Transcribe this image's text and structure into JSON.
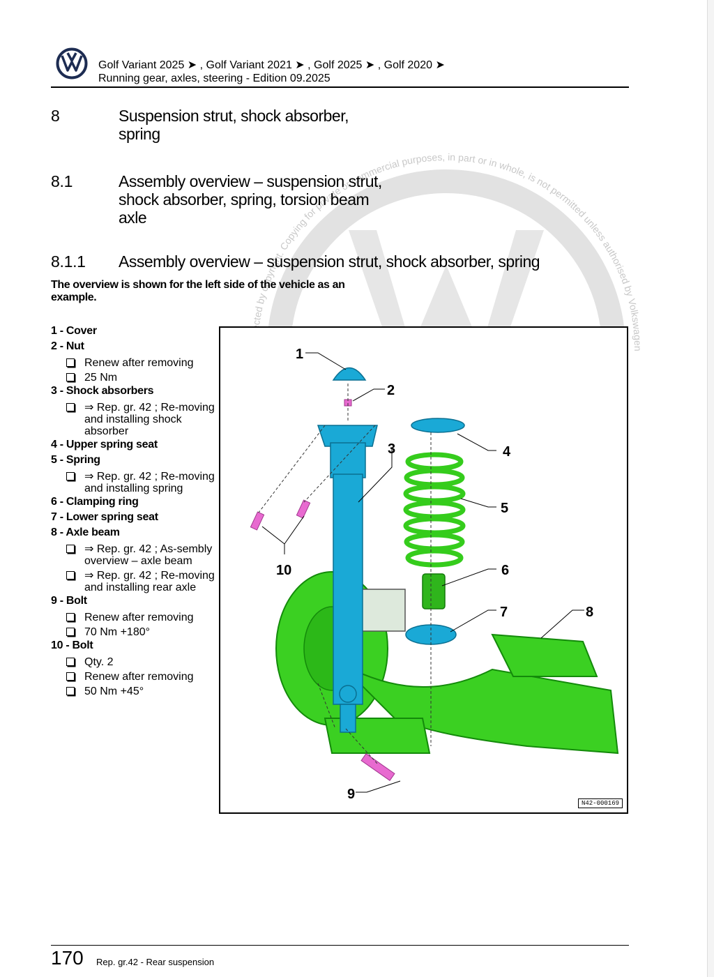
{
  "header": {
    "models": "Golf Variant 2025 ➤ , Golf Variant 2021 ➤ , Golf 2025 ➤ , Golf 2020 ➤",
    "subtitle": "Running gear, axles, steering - Edition 09.2025"
  },
  "brand_logo": "volkswagen-logo",
  "headings": [
    {
      "num": "8",
      "text": "Suspension strut, shock absorber, spring"
    },
    {
      "num": "8.1",
      "text": "Assembly overview – suspension strut, shock absorber, spring, torsion beam axle"
    },
    {
      "num": "8.1.1",
      "text": "Assembly overview – suspension strut, shock absorber, spring"
    }
  ],
  "intro": "The overview is shown for the left side of the vehicle as an example.",
  "items": [
    {
      "title": "1 - Cover",
      "notes": []
    },
    {
      "title": "2 - Nut",
      "notes": [
        "Renew after removing",
        "25 Nm"
      ]
    },
    {
      "title": "3 - Shock absorbers",
      "notes": [
        "⇒ Rep. gr. 42 ; Re-moving and installing shock absorber"
      ]
    },
    {
      "title": "4 - Upper spring seat",
      "notes": []
    },
    {
      "title": "5 - Spring",
      "notes": [
        "⇒ Rep. gr. 42 ; Re-moving and installing spring"
      ]
    },
    {
      "title": "6 - Clamping ring",
      "notes": []
    },
    {
      "title": "7 - Lower spring seat",
      "notes": []
    },
    {
      "title": "8 - Axle beam",
      "notes": [
        "⇒ Rep. gr. 42 ; As-sembly overview – axle beam",
        "⇒ Rep. gr. 42 ; Re-moving and installing rear axle"
      ]
    },
    {
      "title": "9 - Bolt",
      "notes": [
        "Renew after removing",
        "70 Nm +180°"
      ]
    },
    {
      "title": "10 - Bolt",
      "notes": [
        "Qty. 2",
        "Renew after removing",
        "50 Nm +45°"
      ]
    }
  ],
  "figure": {
    "callouts": [
      "1",
      "2",
      "3",
      "4",
      "5",
      "6",
      "7",
      "8",
      "9",
      "10"
    ],
    "id": "N42-000169"
  },
  "watermark": "Protected by copyright. Copying for private or commercial purposes, in part or in whole, is not permitted unless authorised by Volkswagen AG. Volkswagen AG does not guarantee or accept any liability with respect to the correctness of information",
  "footer": {
    "page": "170",
    "text": "Rep. gr.42 - Rear suspension"
  },
  "colors": {
    "strut": "#1aa9d6",
    "spring": "#35cc1c",
    "bolts": "#e86ad0",
    "watermark": "#dcdcdc"
  }
}
